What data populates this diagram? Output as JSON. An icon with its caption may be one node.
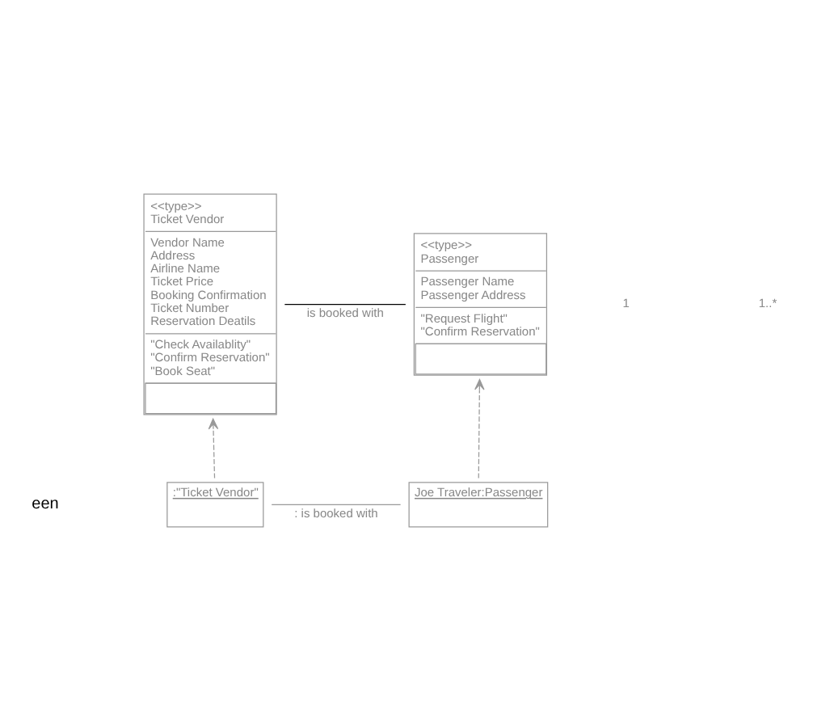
{
  "diagram": {
    "nodes": [
      {
        "text": [
          "<<type>> Ticket Vendor",
          "Vendor Name Address Airline Name Ticket Price Booking Confirmation Ticket Number Reservation Deatils",
          "\"Check Availablity\" \"Confirm Reservation\" \"Book Seat\""
        ]
      },
      {
        "text": [
          "<<type>> Passenger",
          "Passenger Name Passenger Address",
          "\"Request Flight\" \"Confirm Reservation\""
        ]
      },
      {
        "text": [
          ":\"Ticket Vendor\""
        ]
      },
      {
        "text": [
          "Joe Traveler:Passenger"
        ]
      }
    ],
    "edges": [
      {
        "from": 0,
        "to": 1,
        "arrow": "none",
        "label": "is booked with",
        "color": "#000000"
      },
      {
        "from": 2,
        "to": 0,
        "arrow": "to",
        "style": "dashed"
      },
      {
        "from": 3,
        "to": 1,
        "arrow": "to",
        "style": "dashed"
      },
      {
        "from": 2,
        "to": 3,
        "arrow": "none",
        "label": ": is booked with"
      }
    ],
    "labels": [
      "1",
      "1..*",
      "een"
    ]
  }
}
